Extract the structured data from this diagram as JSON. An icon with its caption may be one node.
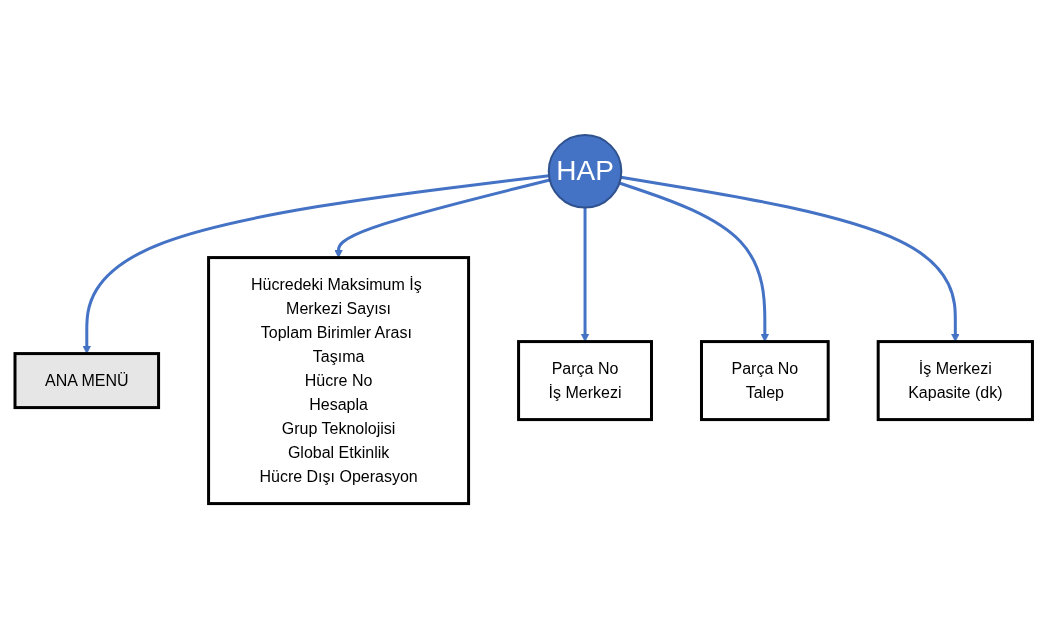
{
  "diagram": {
    "nodes": [
      {
        "text": [
          "ANA MENÜ"
        ]
      },
      {
        "text": [
          "Hücredeki Maksimum İş Merkezi Sayısı",
          "Toplam Birimler Arası Taşıma",
          "Hücre No",
          "Hesapla",
          "Grup Teknolojisi",
          "Global Etkinlik",
          "Hücre Dışı Operasyon"
        ]
      },
      {
        "text": [
          "HAP"
        ]
      },
      {
        "text": [
          "Parça No",
          "İş Merkezi"
        ]
      },
      {
        "text": [
          "Parça No",
          "Talep"
        ]
      },
      {
        "text": [
          "İş Merkezi",
          "Kapasite (dk)"
        ]
      }
    ],
    "edges": [
      {
        "from": 2,
        "to": 0,
        "arrow": "to"
      },
      {
        "from": 2,
        "to": 1,
        "arrow": "to"
      },
      {
        "from": 2,
        "to": 3,
        "arrow": "to"
      },
      {
        "from": 2,
        "to": 4,
        "arrow": "to"
      },
      {
        "from": 2,
        "to": 5,
        "arrow": "to"
      }
    ]
  }
}
